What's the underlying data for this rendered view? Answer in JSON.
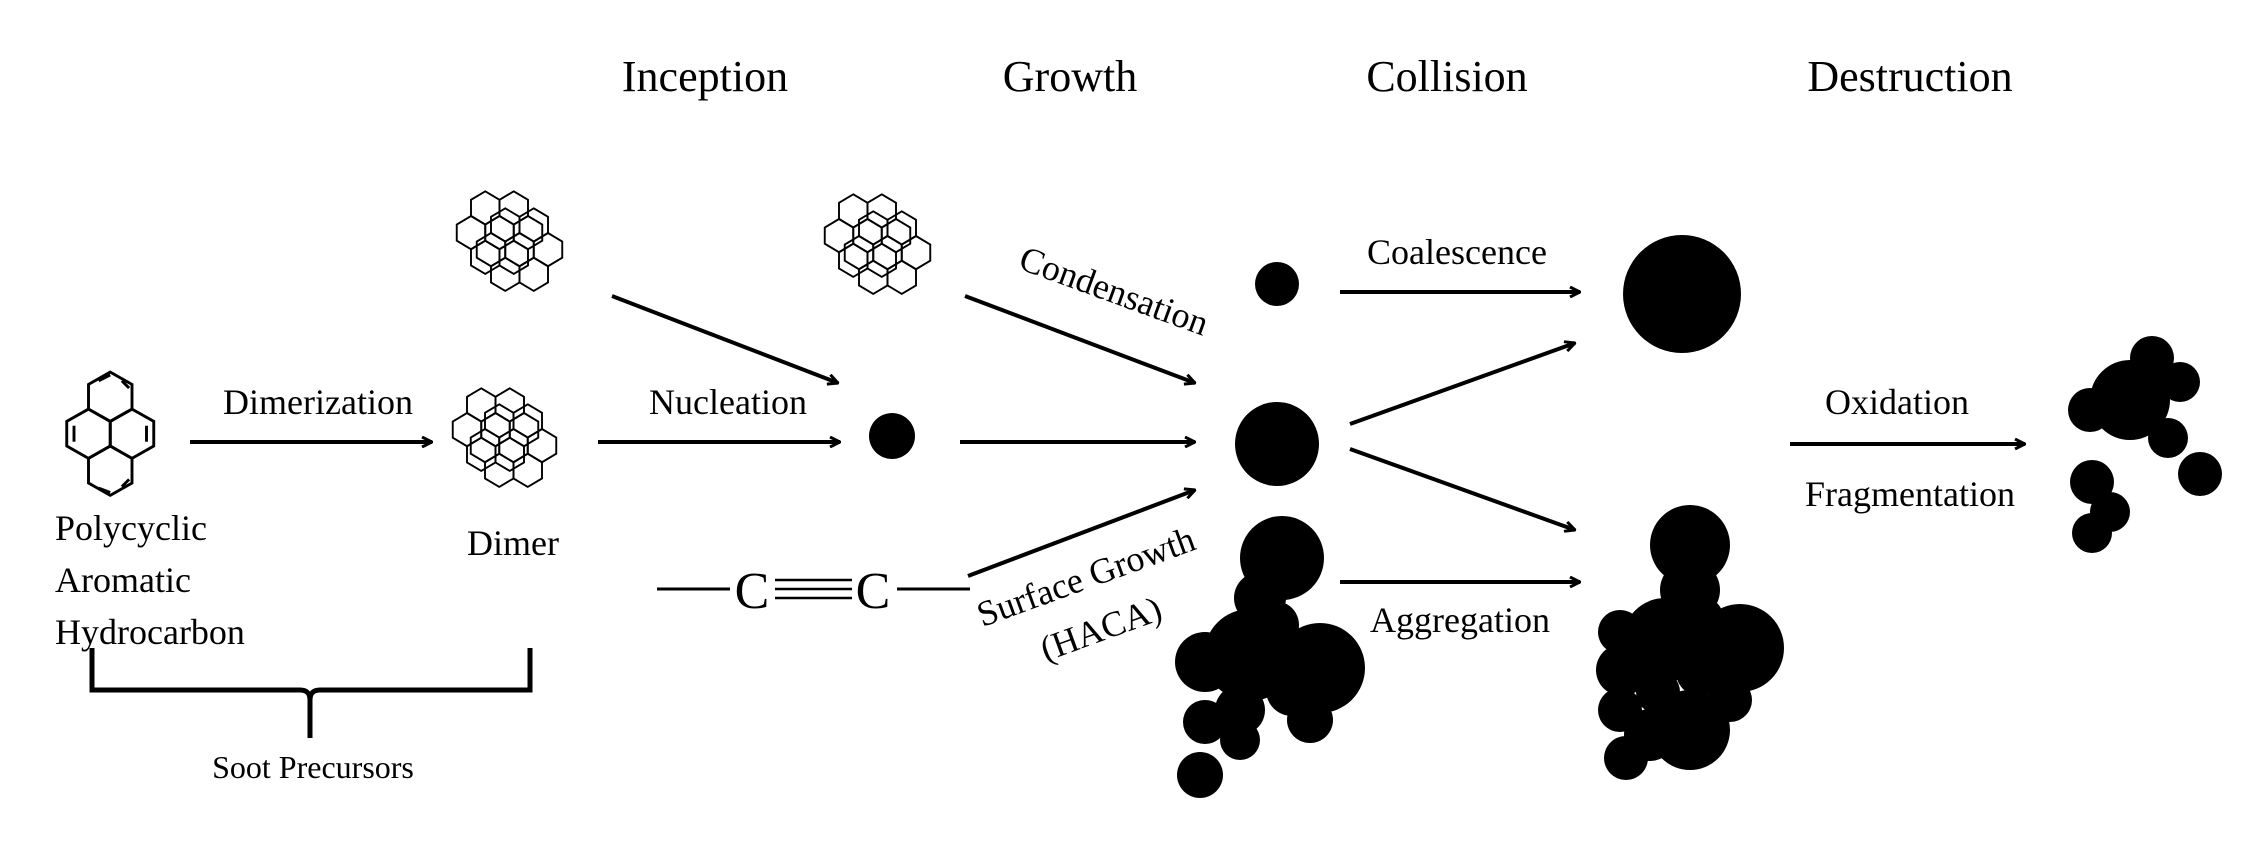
{
  "stages": {
    "inception": "Inception",
    "growth": "Growth",
    "collision": "Collision",
    "destruction": "Destruction"
  },
  "labels": {
    "pah_line1": "Polycyclic",
    "pah_line2": "Aromatic",
    "pah_line3": "Hydrocarbon",
    "dimer": "Dimer",
    "soot_precursors": "Soot Precursors",
    "dimerization": "Dimerization",
    "nucleation": "Nucleation",
    "condensation": "Condensation",
    "surface_growth_line1": "Surface Growth",
    "surface_growth_line2": "(HACA)",
    "coalescence": "Coalescence",
    "aggregation": "Aggregation",
    "oxidation": "Oxidation",
    "fragmentation": "Fragmentation",
    "acetylene_c1": "C",
    "acetylene_c2": "C"
  },
  "icons": {
    "pah": "pyrene-molecule-icon",
    "dimer": "stacked-pah-dimer-icon",
    "particle": "soot-particle-icon",
    "aggregate": "soot-aggregate-icon",
    "arrow": "reaction-arrow-icon"
  },
  "colors": {
    "ink": "#000000",
    "background": "#ffffff"
  }
}
